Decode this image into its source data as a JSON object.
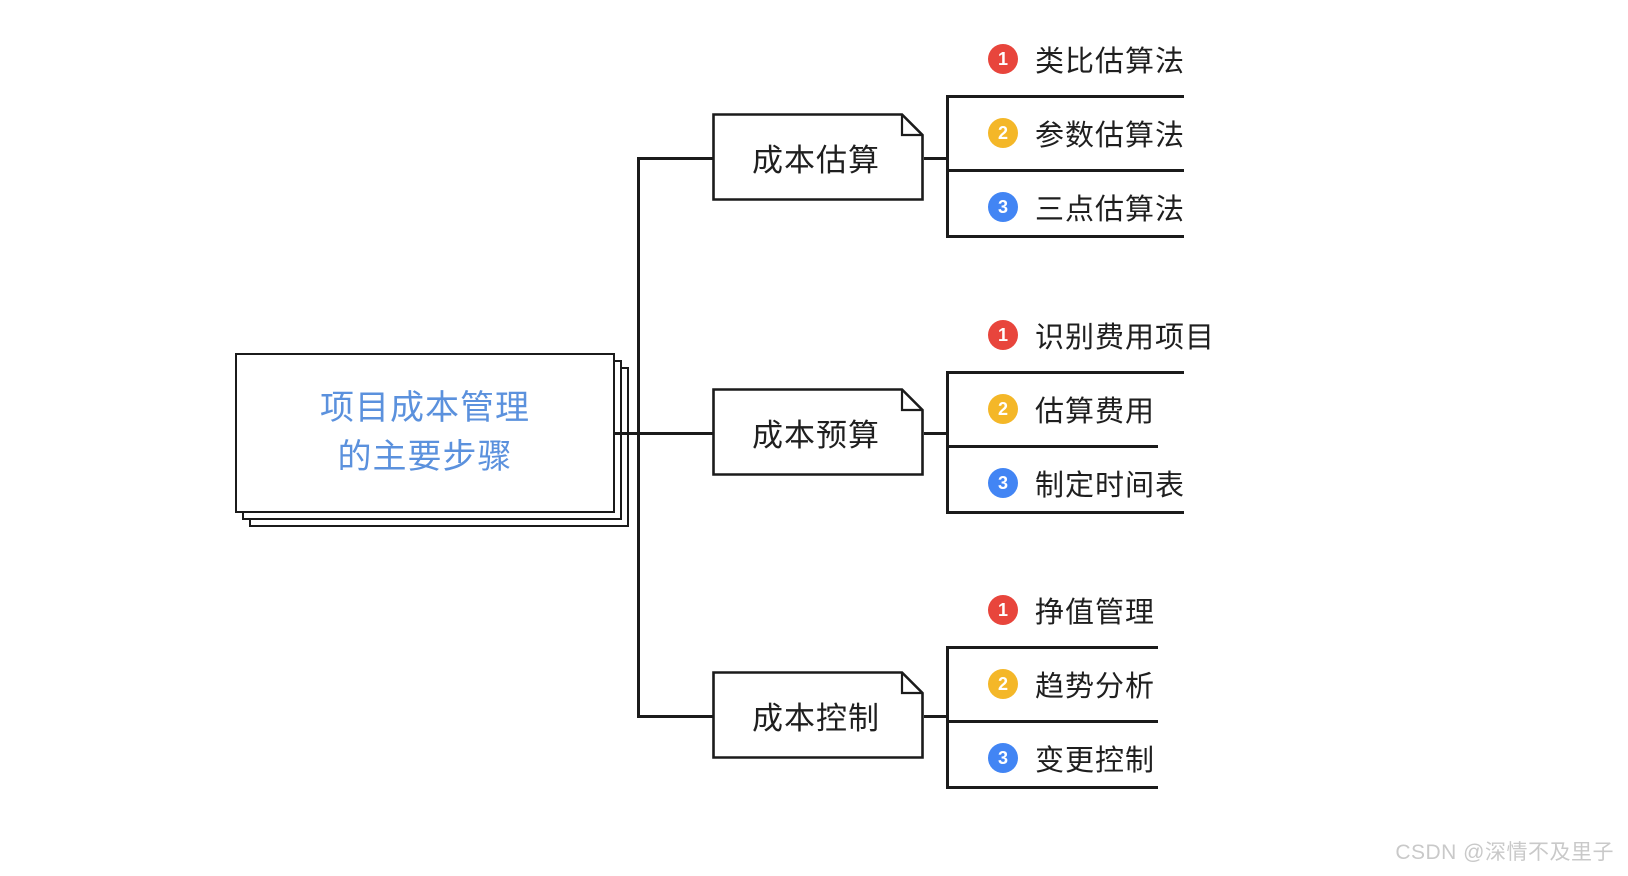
{
  "diagram": {
    "title": "项目成本管理的主要步骤",
    "center": {
      "label": "项目成本管理\n的主要步骤",
      "color": "#5b91dd"
    },
    "colors": {
      "stroke": "#1b1b1b",
      "text": "#1f1f1f",
      "num1": "#e8453c",
      "num2": "#f4b728",
      "num3": "#4285f4",
      "center_text": "#5b91dd",
      "watermark": "#c9c9c9"
    },
    "branches": [
      {
        "label": "成本估算",
        "items": [
          {
            "num": "❶",
            "index": "1",
            "text": "类比估算法"
          },
          {
            "num": "❷",
            "index": "2",
            "text": "参数估算法"
          },
          {
            "num": "❸",
            "index": "3",
            "text": "三点估算法"
          }
        ]
      },
      {
        "label": "成本预算",
        "items": [
          {
            "num": "❶",
            "index": "1",
            "text": "识别费用项目"
          },
          {
            "num": "❷",
            "index": "2",
            "text": "估算费用"
          },
          {
            "num": "❸",
            "index": "3",
            "text": "制定时间表"
          }
        ]
      },
      {
        "label": "成本控制",
        "items": [
          {
            "num": "❶",
            "index": "1",
            "text": "挣值管理"
          },
          {
            "num": "❷",
            "index": "2",
            "text": "趋势分析"
          },
          {
            "num": "❸",
            "index": "3",
            "text": "变更控制"
          }
        ]
      }
    ],
    "watermark": "CSDN @深情不及里子"
  }
}
